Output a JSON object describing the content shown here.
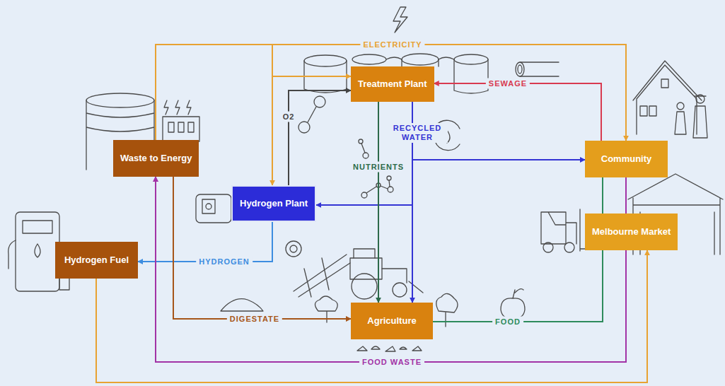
{
  "diagram": {
    "nodes": [
      {
        "text": [
          "Treatment Plant"
        ]
      },
      {
        "text": [
          "Waste to Energy"
        ]
      },
      {
        "text": [
          "Community"
        ]
      },
      {
        "text": [
          "Hydrogen Plant"
        ]
      },
      {
        "text": [
          "Melbourne Market"
        ]
      },
      {
        "text": [
          "Hydrogen Fuel"
        ]
      },
      {
        "text": [
          "Agriculture"
        ]
      }
    ],
    "edges": [
      {
        "from": 1,
        "to": 0,
        "arrow": "to"
      },
      {
        "from": 1,
        "to": 2,
        "label": "ELECTRICITY",
        "arrow": "to"
      },
      {
        "from": 1,
        "to": 3,
        "arrow": "to"
      },
      {
        "from": 2,
        "to": 0,
        "label": "SEWAGE",
        "arrow": "to"
      },
      {
        "from": 0,
        "to": 2,
        "label": "RECYCLED WATER",
        "arrow": "to"
      },
      {
        "from": 0,
        "to": 3,
        "arrow": "to"
      },
      {
        "from": 0,
        "to": 6,
        "arrow": "to"
      },
      {
        "from": 0,
        "to": 6,
        "label": "NUTRIENTS",
        "arrow": "to"
      },
      {
        "from": 3,
        "to": 0,
        "label": "O2",
        "arrow": "to"
      },
      {
        "from": 3,
        "to": 5,
        "label": "HYDROGEN",
        "arrow": "to"
      },
      {
        "from": 1,
        "to": 6,
        "label": "DIGESTATE",
        "arrow": "to"
      },
      {
        "from": 6,
        "to": 2,
        "label": "FOOD",
        "arrow": "none"
      },
      {
        "from": 6,
        "to": 4,
        "arrow": "none"
      },
      {
        "from": 2,
        "to": 1,
        "label": "FOOD WASTE",
        "arrow": "to"
      },
      {
        "from": 4,
        "to": 1,
        "arrow": "to"
      },
      {
        "from": 5,
        "to": 4,
        "arrow": "to"
      }
    ]
  }
}
